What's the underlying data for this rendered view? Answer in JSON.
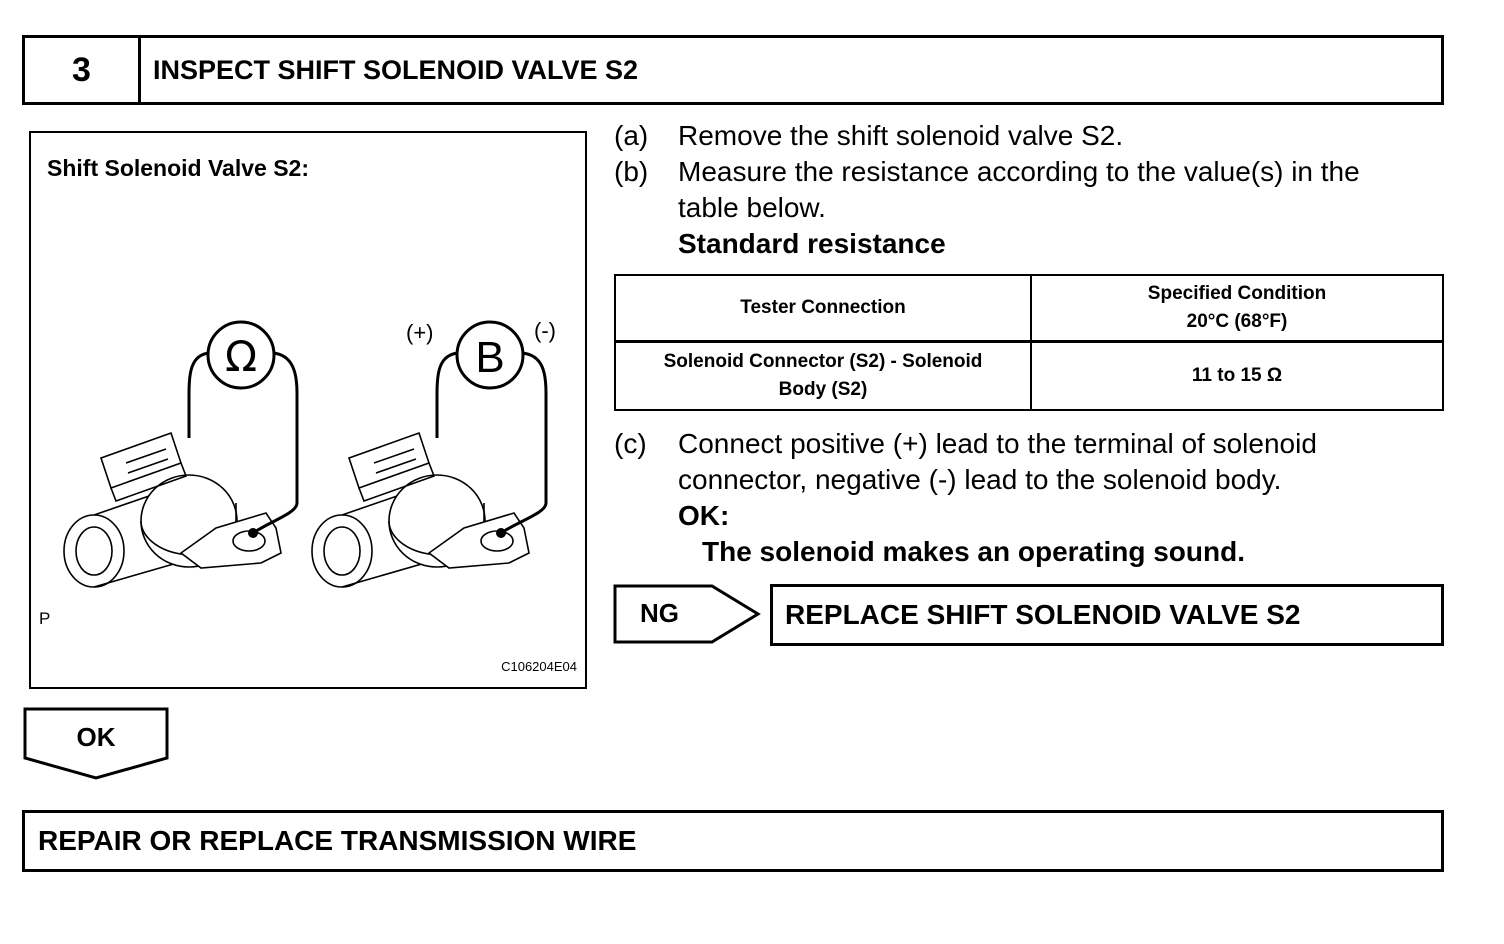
{
  "header": {
    "number": "3",
    "title": "INSPECT SHIFT SOLENOID VALVE S2"
  },
  "figure": {
    "title": "Shift Solenoid Valve S2:",
    "ohm_symbol": "Ω",
    "battery_symbol": "B",
    "plus": "(+)",
    "minus": "(-)",
    "p_mark": "P",
    "code": "C106204E04"
  },
  "steps": {
    "a": {
      "label": "(a)",
      "text": "Remove the shift solenoid valve S2."
    },
    "b": {
      "label": "(b)",
      "line1": "Measure the resistance according to the value(s) in the",
      "line2": "table below.",
      "subtitle": "Standard resistance"
    },
    "c": {
      "label": "(c)",
      "line1": "Connect positive (+) lead to the terminal of solenoid",
      "line2": "connector, negative (-) lead to the solenoid body.",
      "ok_label": "OK:",
      "ok_text": "The solenoid makes an operating sound."
    }
  },
  "table": {
    "header": {
      "col1": "Tester Connection",
      "col2_line1": "Specified Condition",
      "col2_line2": "20°C (68°F)"
    },
    "row": {
      "col1_line1": "Solenoid Connector (S2) - Solenoid",
      "col1_line2": "Body (S2)",
      "col2": "11 to 15 Ω"
    }
  },
  "ng": {
    "label": "NG",
    "action": "REPLACE SHIFT SOLENOID VALVE S2"
  },
  "ok": {
    "label": "OK"
  },
  "final": {
    "action": "REPAIR OR REPLACE TRANSMISSION WIRE"
  }
}
